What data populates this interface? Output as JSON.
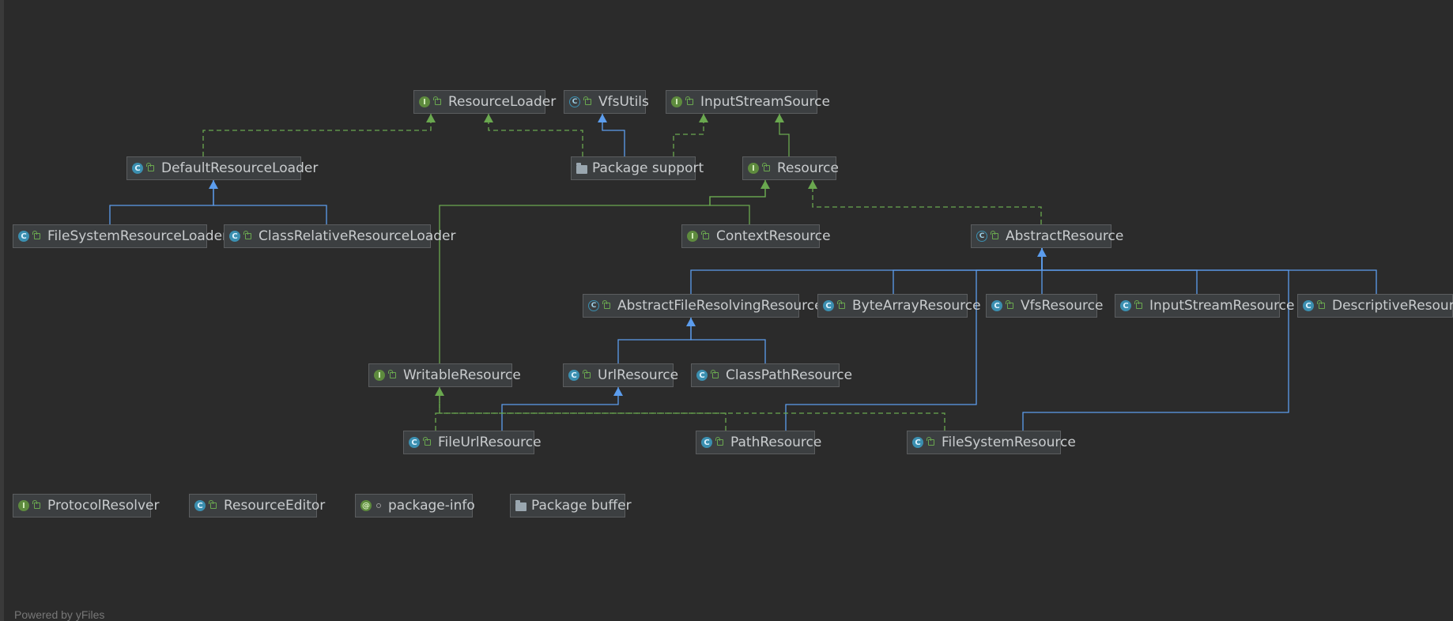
{
  "colors": {
    "background": "#2b2b2b",
    "node_background": "#3c3f41",
    "node_border": "#5b5d5f",
    "text": "#c9ccce",
    "realization_edge": "#6aa84f",
    "inheritance_edge": "#5c9ded"
  },
  "nodes": [
    {
      "id": "ResourceLoader",
      "label": "ResourceLoader",
      "kind": "interface",
      "icon": "interface-icon"
    },
    {
      "id": "VfsUtils",
      "label": "VfsUtils",
      "kind": "abstract",
      "icon": "abstract-class-icon"
    },
    {
      "id": "InputStreamSource",
      "label": "InputStreamSource",
      "kind": "interface",
      "icon": "interface-icon"
    },
    {
      "id": "DefaultResourceLoader",
      "label": "DefaultResourceLoader",
      "kind": "class",
      "icon": "class-icon"
    },
    {
      "id": "PackageSupport",
      "label": "Package support",
      "kind": "package",
      "icon": "folder-icon"
    },
    {
      "id": "Resource",
      "label": "Resource",
      "kind": "interface",
      "icon": "interface-icon"
    },
    {
      "id": "FileSystemResourceLoader",
      "label": "FileSystemResourceLoader",
      "kind": "class",
      "icon": "class-icon"
    },
    {
      "id": "ClassRelativeResourceLoader",
      "label": "ClassRelativeResourceLoader",
      "kind": "class",
      "icon": "class-icon"
    },
    {
      "id": "ContextResource",
      "label": "ContextResource",
      "kind": "interface",
      "icon": "interface-icon"
    },
    {
      "id": "AbstractResource",
      "label": "AbstractResource",
      "kind": "abstract",
      "icon": "abstract-class-icon"
    },
    {
      "id": "AbstractFileResolvingResource",
      "label": "AbstractFileResolvingResource",
      "kind": "abstract",
      "icon": "abstract-class-icon"
    },
    {
      "id": "ByteArrayResource",
      "label": "ByteArrayResource",
      "kind": "class",
      "icon": "class-icon"
    },
    {
      "id": "VfsResource",
      "label": "VfsResource",
      "kind": "class",
      "icon": "class-icon"
    },
    {
      "id": "InputStreamResource",
      "label": "InputStreamResource",
      "kind": "class",
      "icon": "class-icon"
    },
    {
      "id": "DescriptiveResource",
      "label": "DescriptiveResource",
      "kind": "class",
      "icon": "class-icon"
    },
    {
      "id": "WritableResource",
      "label": "WritableResource",
      "kind": "interface",
      "icon": "interface-icon"
    },
    {
      "id": "UrlResource",
      "label": "UrlResource",
      "kind": "class",
      "icon": "class-icon"
    },
    {
      "id": "ClassPathResource",
      "label": "ClassPathResource",
      "kind": "class",
      "icon": "class-icon"
    },
    {
      "id": "FileUrlResource",
      "label": "FileUrlResource",
      "kind": "class",
      "icon": "class-icon"
    },
    {
      "id": "PathResource",
      "label": "PathResource",
      "kind": "class",
      "icon": "class-icon"
    },
    {
      "id": "FileSystemResource",
      "label": "FileSystemResource",
      "kind": "class",
      "icon": "class-icon"
    },
    {
      "id": "ProtocolResolver",
      "label": "ProtocolResolver",
      "kind": "interface",
      "icon": "interface-icon"
    },
    {
      "id": "ResourceEditor",
      "label": "ResourceEditor",
      "kind": "class",
      "icon": "class-icon"
    },
    {
      "id": "PackageInfo",
      "label": "package-info",
      "kind": "annotation",
      "icon": "package-info-icon"
    },
    {
      "id": "PackageBuffer",
      "label": "Package buffer",
      "kind": "package",
      "icon": "folder-icon"
    }
  ],
  "edges": [
    {
      "from": "DefaultResourceLoader",
      "to": "ResourceLoader",
      "type": "realization"
    },
    {
      "from": "PackageSupport",
      "to": "ResourceLoader",
      "type": "dependency-green"
    },
    {
      "from": "PackageSupport",
      "to": "VfsUtils",
      "type": "inheritance"
    },
    {
      "from": "PackageSupport",
      "to": "InputStreamSource",
      "type": "realization"
    },
    {
      "from": "Resource",
      "to": "InputStreamSource",
      "type": "extends-interface"
    },
    {
      "from": "FileSystemResourceLoader",
      "to": "DefaultResourceLoader",
      "type": "inheritance"
    },
    {
      "from": "ClassRelativeResourceLoader",
      "to": "DefaultResourceLoader",
      "type": "inheritance"
    },
    {
      "from": "ContextResource",
      "to": "Resource",
      "type": "extends-interface"
    },
    {
      "from": "WritableResource",
      "to": "Resource",
      "type": "extends-interface"
    },
    {
      "from": "AbstractResource",
      "to": "Resource",
      "type": "realization"
    },
    {
      "from": "AbstractFileResolvingResource",
      "to": "AbstractResource",
      "type": "inheritance"
    },
    {
      "from": "ByteArrayResource",
      "to": "AbstractResource",
      "type": "inheritance"
    },
    {
      "from": "VfsResource",
      "to": "AbstractResource",
      "type": "inheritance"
    },
    {
      "from": "InputStreamResource",
      "to": "AbstractResource",
      "type": "inheritance"
    },
    {
      "from": "DescriptiveResource",
      "to": "AbstractResource",
      "type": "inheritance"
    },
    {
      "from": "PathResource",
      "to": "AbstractResource",
      "type": "inheritance"
    },
    {
      "from": "FileSystemResource",
      "to": "AbstractResource",
      "type": "inheritance"
    },
    {
      "from": "UrlResource",
      "to": "AbstractFileResolvingResource",
      "type": "inheritance"
    },
    {
      "from": "ClassPathResource",
      "to": "AbstractFileResolvingResource",
      "type": "inheritance"
    },
    {
      "from": "FileUrlResource",
      "to": "UrlResource",
      "type": "inheritance"
    },
    {
      "from": "FileUrlResource",
      "to": "WritableResource",
      "type": "realization"
    },
    {
      "from": "PathResource",
      "to": "WritableResource",
      "type": "realization"
    },
    {
      "from": "FileSystemResource",
      "to": "WritableResource",
      "type": "realization"
    }
  ],
  "footer": "Powered by yFiles"
}
